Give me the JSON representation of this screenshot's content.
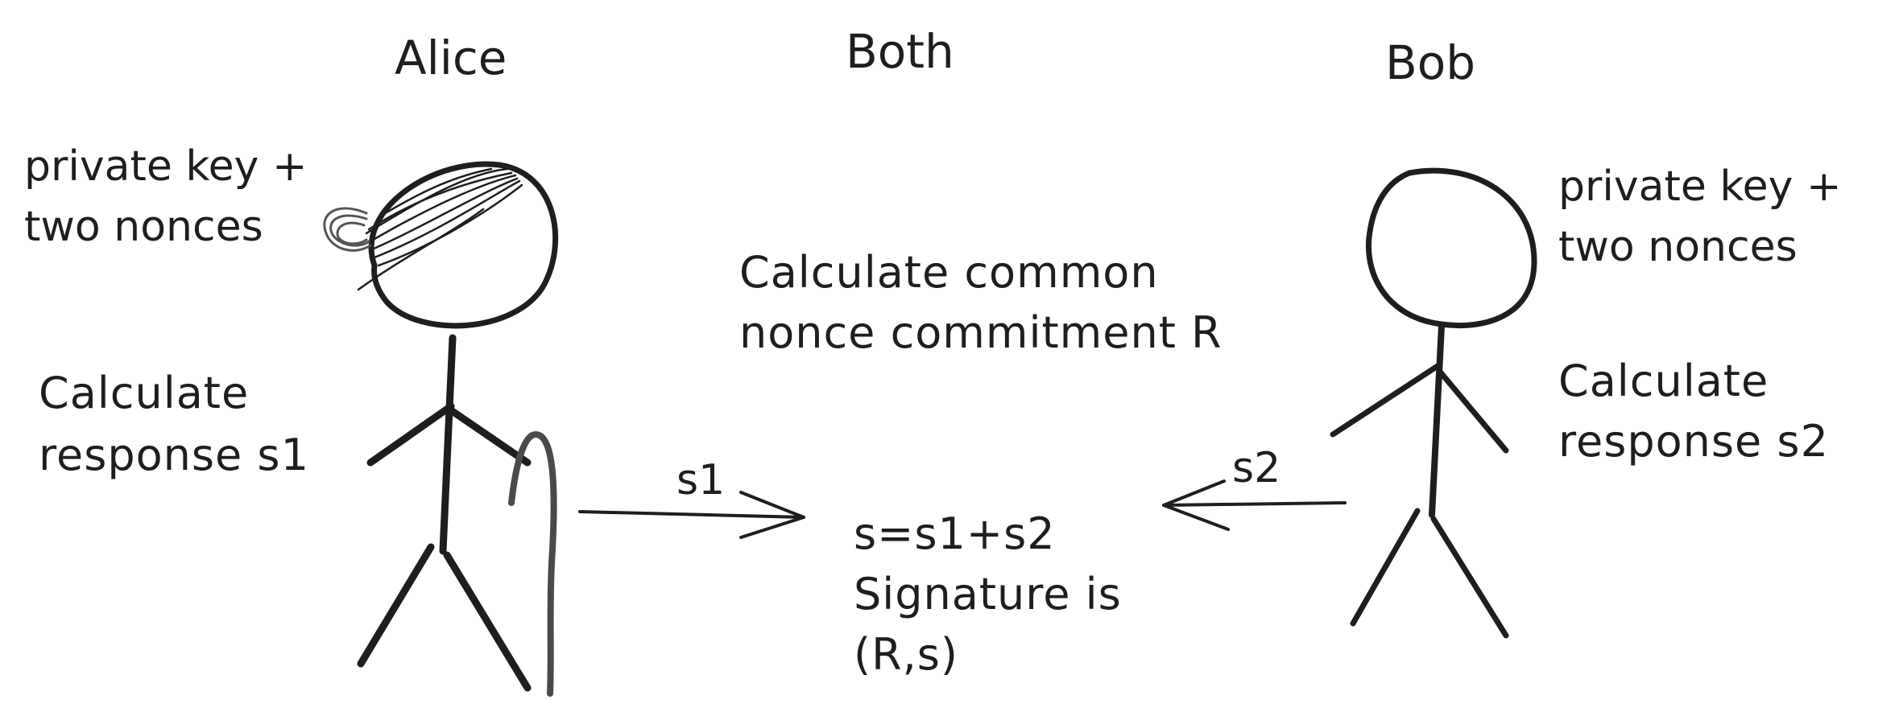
{
  "headings": {
    "alice": "Alice",
    "both": "Both",
    "bob": "Bob"
  },
  "alice": {
    "keys": [
      "private key +",
      "two nonces"
    ],
    "response": [
      "Calculate",
      "response s1"
    ],
    "arrow_label": "s1"
  },
  "both": {
    "commitment": [
      "Calculate common",
      "nonce commitment R"
    ],
    "signature": [
      "s=s1+s2",
      "Signature is",
      "(R,s)"
    ]
  },
  "bob": {
    "keys": [
      "private key +",
      "two nonces"
    ],
    "response": [
      "Calculate",
      "response s2"
    ],
    "arrow_label": "s2"
  },
  "colors": {
    "ink": "#1e1e1e",
    "cane": "#4a4a4a"
  }
}
